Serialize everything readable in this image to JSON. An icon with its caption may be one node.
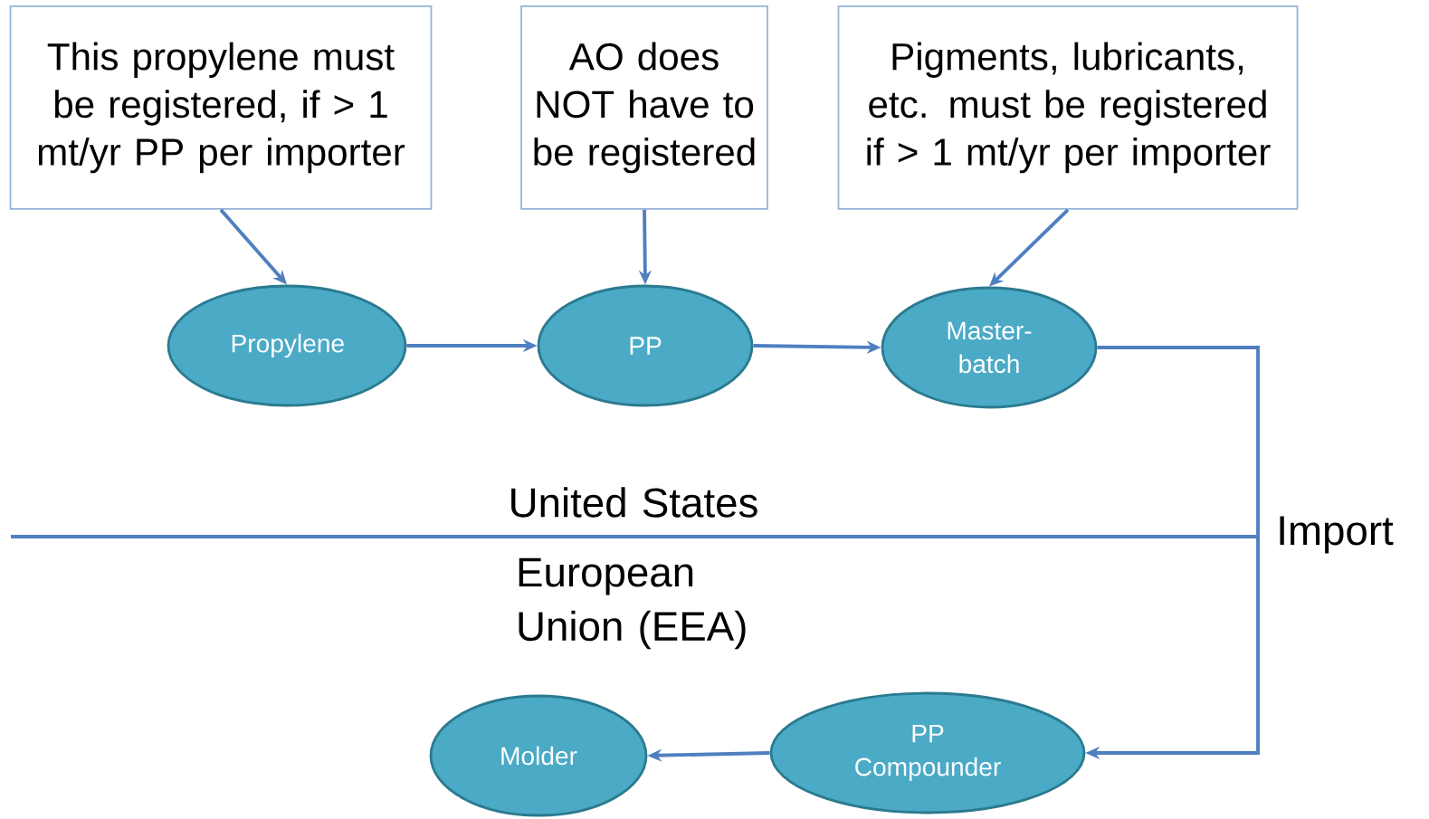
{
  "diagram": {
    "nodes": [
      {
        "text": [
          "This propylene must be registered, if > 1 mt/yr PP per importer"
        ]
      },
      {
        "text": [
          "AO does NOT have to be registered"
        ]
      },
      {
        "text": [
          "Pigments, lubricants, etc. must be registered if > 1 mt/yr per importer"
        ]
      },
      {
        "text": [
          "Propylene"
        ]
      },
      {
        "text": [
          "PP"
        ]
      },
      {
        "text": [
          "Master-batch"
        ]
      },
      {
        "text": [
          "Molder"
        ]
      },
      {
        "text": [
          "PP Compounder"
        ]
      }
    ],
    "edges": [
      {
        "from": 0,
        "to": 3,
        "arrow": "to"
      },
      {
        "from": 1,
        "to": 4,
        "arrow": "to"
      },
      {
        "from": 2,
        "to": 5,
        "arrow": "to"
      },
      {
        "from": 3,
        "to": 4,
        "arrow": "to"
      },
      {
        "from": 4,
        "to": 5,
        "arrow": "to"
      },
      {
        "from": 5,
        "to": 7,
        "arrow": "to"
      },
      {
        "from": 7,
        "to": 6,
        "arrow": "to"
      }
    ],
    "labels": [
      "United States",
      "Import",
      "European Union (EEA)"
    ]
  }
}
